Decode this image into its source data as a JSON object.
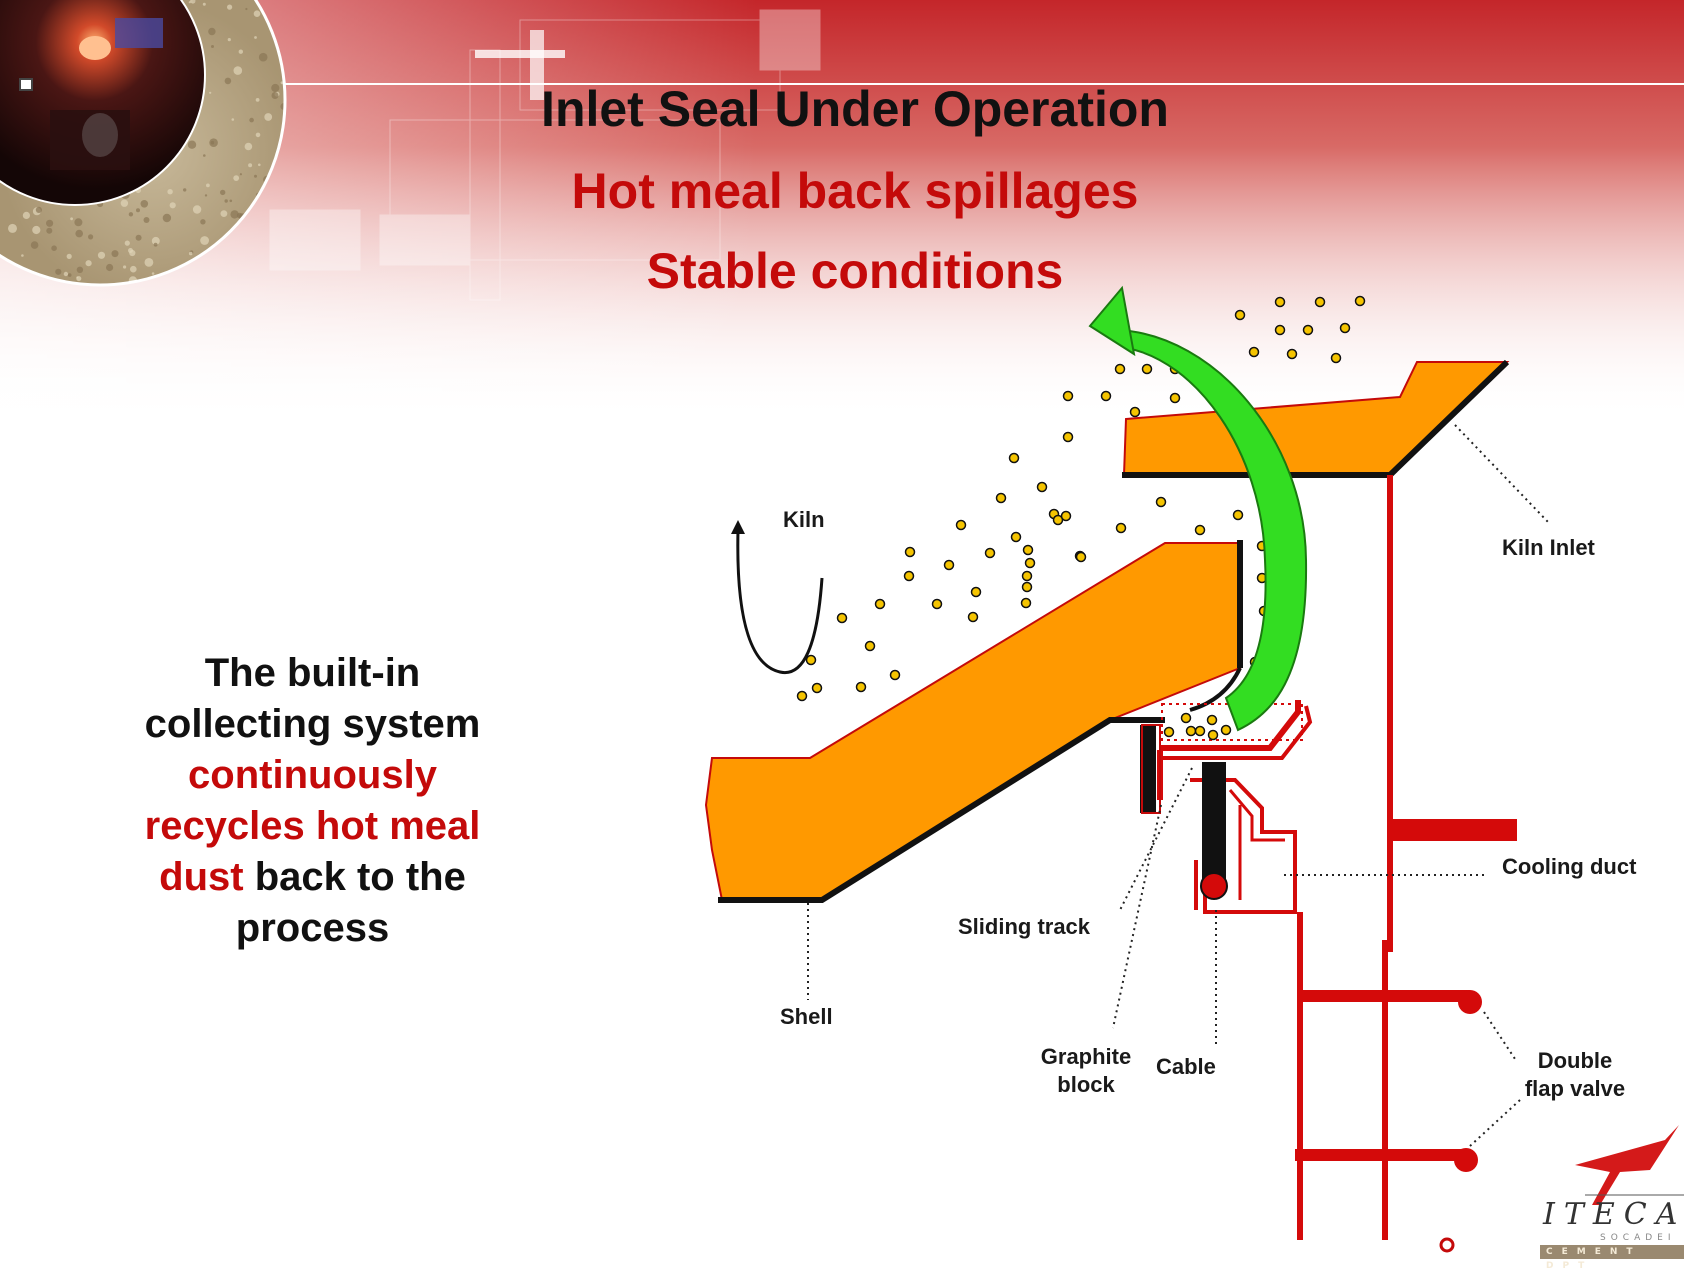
{
  "slide": {
    "title": "Inlet Seal Under Operation",
    "subtitle_1": "Hot meal back spillages",
    "subtitle_2": "Stable conditions"
  },
  "side_text": {
    "part_1": "The built-in collecting system",
    "part_2_red": "continuously recycles hot meal dust",
    "part_3": "back to the process"
  },
  "labels": {
    "kiln": "Kiln",
    "kiln_inlet": "Kiln Inlet",
    "cooling_duct": "Cooling duct",
    "sliding_track": "Sliding track",
    "shell": "Shell",
    "graphite_block_line1": "Graphite",
    "graphite_block_line2": "block",
    "cable": "Cable",
    "double_flap_valve_line1": "Double",
    "double_flap_valve_line2": "flap valve"
  },
  "logo": {
    "name": "ITECA",
    "sub": "SOCADEI",
    "dept": "CEMENT DPT"
  },
  "colors": {
    "accent_red": "#c40a0a",
    "kiln_orange": "#ff9900",
    "recycle_arrow_green": "#33dd22",
    "dust_yellow": "#f5c400"
  }
}
